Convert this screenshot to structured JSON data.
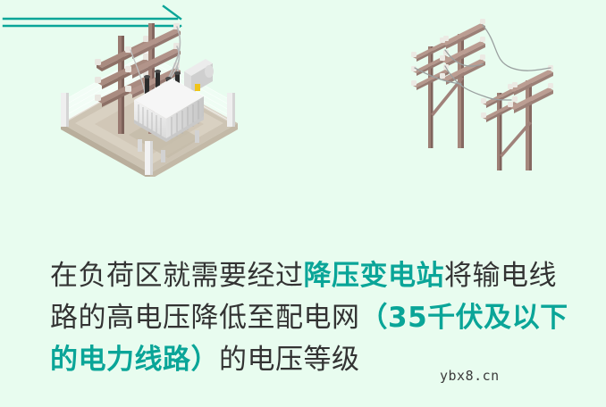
{
  "page": {
    "background_color": "#e8fcef",
    "accent_color": "#0aa598",
    "text_color": "#333333"
  },
  "illustration": {
    "left_scene": {
      "name": "step-down-substation-illustration",
      "elements": [
        "transmission-pole",
        "transmission-pole",
        "step-down-transformer",
        "fence",
        "ground-pad"
      ]
    },
    "arrow": {
      "name": "double-line-arrow",
      "direction": "right",
      "color": "#0aa598"
    },
    "right_scene": {
      "name": "distribution-lines-illustration",
      "elements": [
        "utility-pole-pair-tall",
        "utility-pole-pair-short",
        "overhead-wires"
      ]
    }
  },
  "caption": {
    "line1": [
      {
        "text": "在负荷区就需要经过",
        "style": "dark"
      },
      {
        "text": "降压变电站",
        "style": "accent"
      },
      {
        "text": "将输电线",
        "style": "dark"
      }
    ],
    "line2": [
      {
        "text": "路的高电压降低至配电网",
        "style": "dark"
      },
      {
        "text": "（35千伏及以下",
        "style": "accent"
      }
    ],
    "line3": [
      {
        "text": "的电力线路）",
        "style": "accent"
      },
      {
        "text": "的电压等级",
        "style": "dark"
      }
    ],
    "line1_part1": "在负荷区就需要经过",
    "line1_part2": "降压变电站",
    "line1_part3": "将输电线",
    "line2_part1": "路的高电压降低至配电网",
    "line2_part2": "（35千伏及以下",
    "line3_part1": "的电力线路）",
    "line3_part2": "的电压等级",
    "full_text": "在负荷区就需要经过降压变电站将输电线路的高电压降低至配电网（35千伏及以下的电力线路）的电压等级"
  },
  "watermark": {
    "text": "ybx8.cn"
  }
}
